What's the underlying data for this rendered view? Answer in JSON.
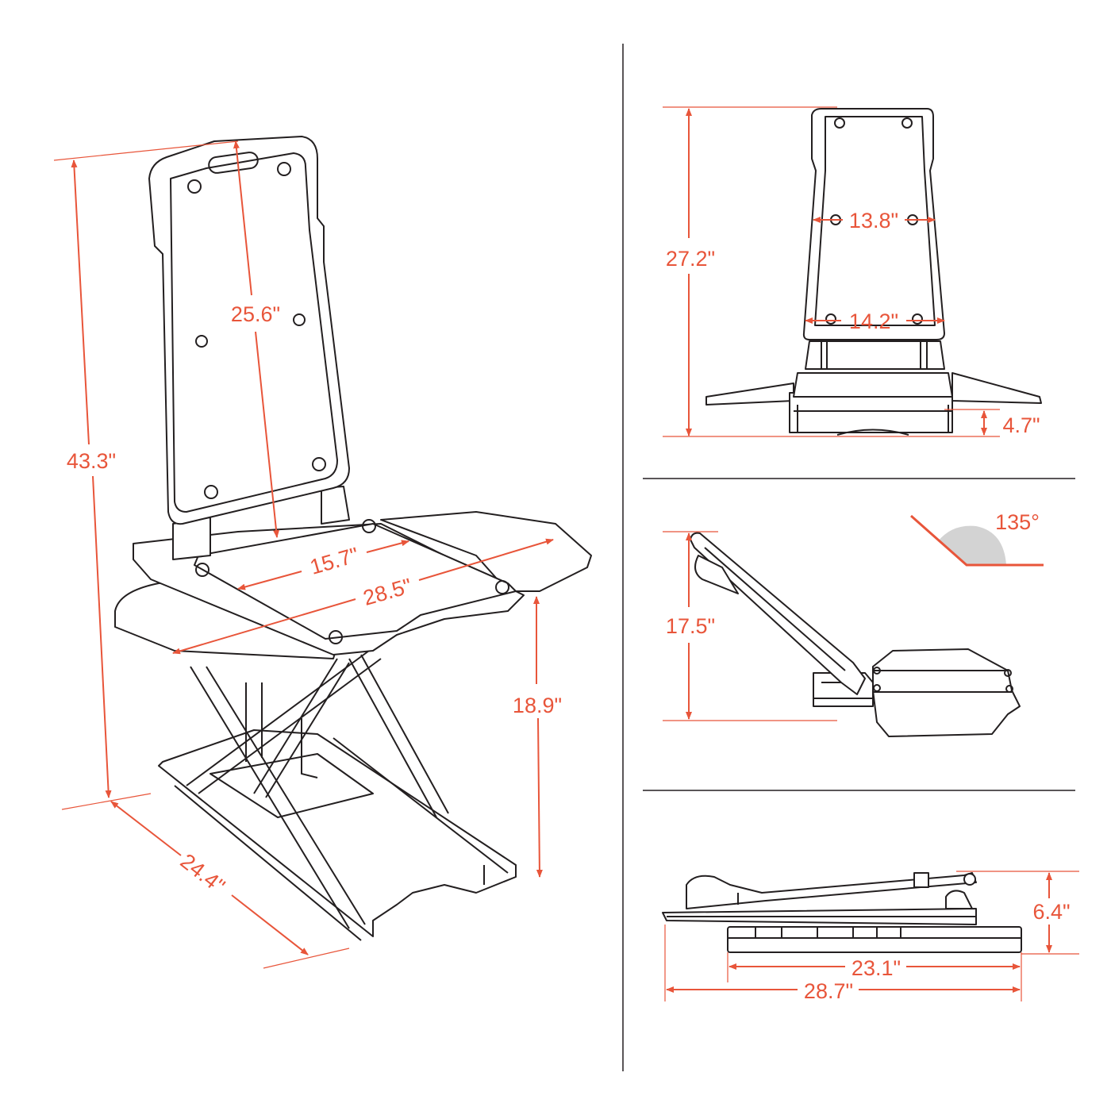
{
  "colors": {
    "dimension": "#e8553a",
    "outline": "#231f20",
    "angle_wedge": "#d3d3d3"
  },
  "main_view": {
    "overall_height": "43.3\"",
    "backrest_height": "25.6\"",
    "seat_depth": "15.7\"",
    "overall_width": "28.5\"",
    "seat_height": "18.9\"",
    "base_length": "24.4\""
  },
  "front_view": {
    "height": "27.2\"",
    "backrest_top_width": "13.8\"",
    "backrest_bottom_width": "14.2\"",
    "lowest_seat_height": "4.7\""
  },
  "side_view": {
    "height": "17.5\"",
    "recline_angle": "135°"
  },
  "folded_view": {
    "height": "6.4\"",
    "base_length": "23.1\"",
    "overall_length": "28.7\""
  }
}
